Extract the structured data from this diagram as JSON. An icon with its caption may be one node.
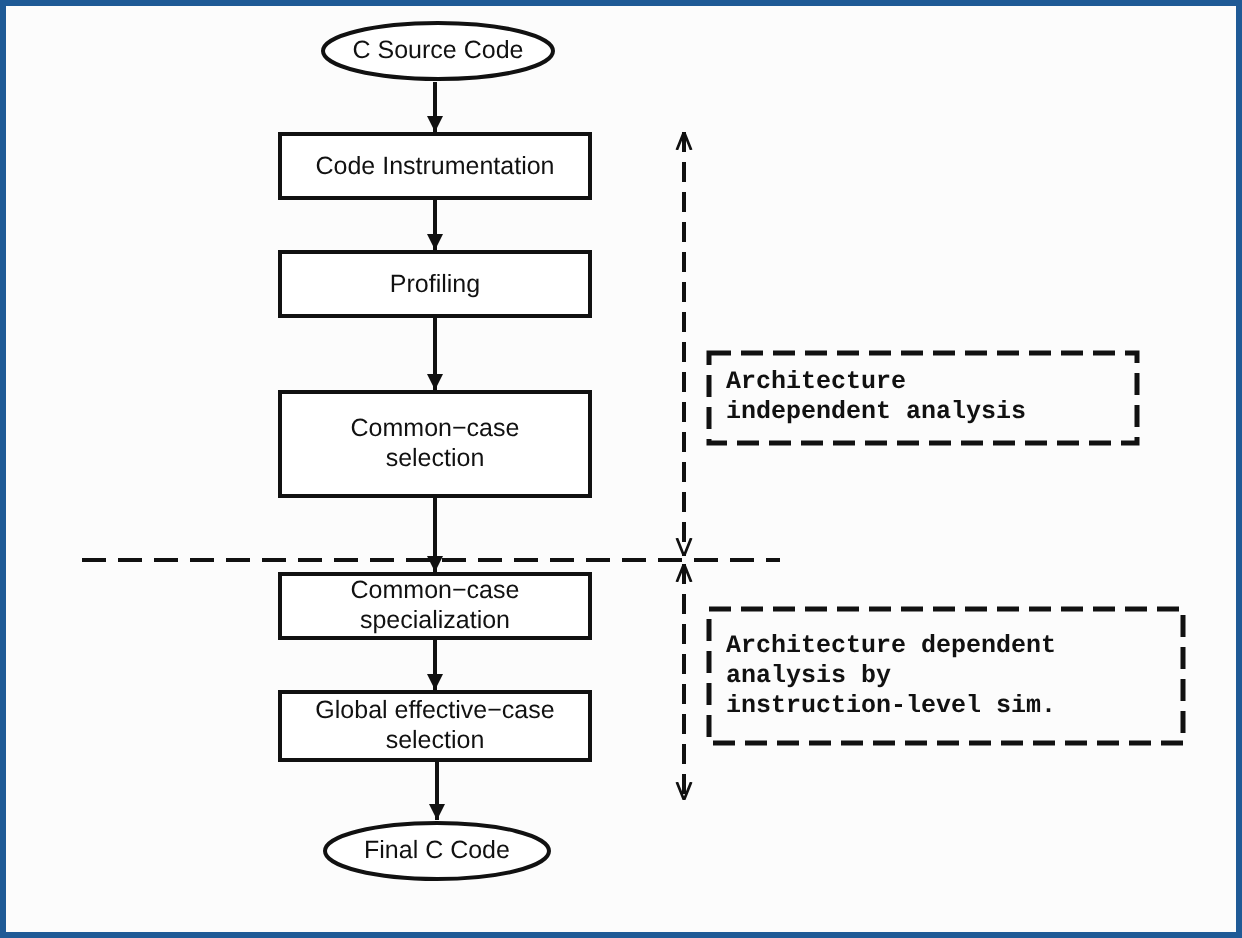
{
  "diagram": {
    "nodes": [
      {
        "text": [
          "C Source Code"
        ]
      },
      {
        "text": [
          "Code Instrumentation"
        ]
      },
      {
        "text": [
          "Profiling"
        ]
      },
      {
        "text": [
          "Common−case selection"
        ]
      },
      {
        "text": [
          "Common−case specialization"
        ]
      },
      {
        "text": [
          "Global effective−case selection"
        ]
      },
      {
        "text": [
          "Final C Code"
        ]
      },
      {
        "text": [
          "Architecture independent analysis"
        ]
      },
      {
        "text": [
          "Architecture dependent analysis by instruction-level sim."
        ]
      }
    ],
    "edges": [
      {
        "from": 0,
        "to": 1,
        "arrow": "to"
      },
      {
        "from": 1,
        "to": 2,
        "arrow": "to"
      },
      {
        "from": 2,
        "to": 3,
        "arrow": "to"
      },
      {
        "from": 3,
        "to": 4,
        "arrow": "to"
      },
      {
        "from": 4,
        "to": 5,
        "arrow": "to"
      },
      {
        "from": 5,
        "to": 6,
        "arrow": "to"
      }
    ]
  }
}
